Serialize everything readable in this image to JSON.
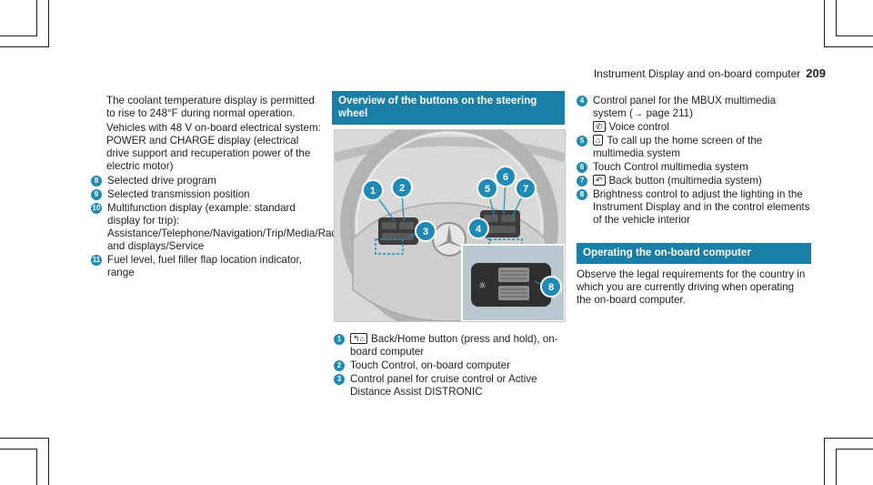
{
  "header": {
    "title": "Instrument Display and on-board computer",
    "page": "209"
  },
  "left_column": {
    "paragraph1": "The coolant temperature display is permitted to rise to 248°F during normal operation.",
    "paragraph2": "Vehicles with 48 V on-board electrical system: POWER and CHARGE display (electrical drive support and recuperation power of the electric motor)",
    "items": [
      {
        "n": "8",
        "text": "Selected drive program"
      },
      {
        "n": "9",
        "text": "Selected transmission position"
      },
      {
        "n": "10",
        "text": "Multifunction display (example: standard display for trip): Assistance/Telephone/Navigation/Trip/Media/Radio/Styles and displays/Service"
      },
      {
        "n": "11",
        "text": "Fuel level, fuel filler flap location indicator, range"
      }
    ]
  },
  "middle_column": {
    "section_title": "Overview of the buttons on the steering wheel",
    "items": [
      {
        "n": "1",
        "icon": "back-home-icon",
        "icon_glyph": "↰⌂",
        "text": "Back/Home button (press and hold), on-board computer"
      },
      {
        "n": "2",
        "text": "Touch Control, on-board computer"
      },
      {
        "n": "3",
        "text": "Control panel for cruise control or Active Distance Assist DISTRONIC"
      }
    ],
    "figure_callouts": [
      "1",
      "2",
      "3",
      "4",
      "5",
      "6",
      "7",
      "8"
    ]
  },
  "right_column": {
    "items": [
      {
        "n": "4",
        "text": "Control panel for the MBUX multimedia system (→ page 211)"
      },
      {
        "n": "",
        "icon": "voice-control-icon",
        "icon_glyph": "✆",
        "text": "Voice control"
      },
      {
        "n": "5",
        "icon": "home-icon",
        "icon_glyph": "⌂",
        "text": "To call up the home screen of the multimedia system"
      },
      {
        "n": "6",
        "text": "Touch Control multimedia system"
      },
      {
        "n": "7",
        "icon": "back-icon",
        "icon_glyph": "↶",
        "text": "Back button (multimedia system)"
      },
      {
        "n": "8",
        "text": "Brightness control to adjust the lighting in the Instrument Display and in the control elements of the vehicle interior"
      }
    ],
    "section_title": "Operating the on-board computer",
    "paragraph": "Observe the legal requirements for the country in which you are currently driving when operating the on-board computer."
  },
  "colors": {
    "accent": "#1a7fa6",
    "badge": "#1f8bb5",
    "text": "#231f20"
  }
}
